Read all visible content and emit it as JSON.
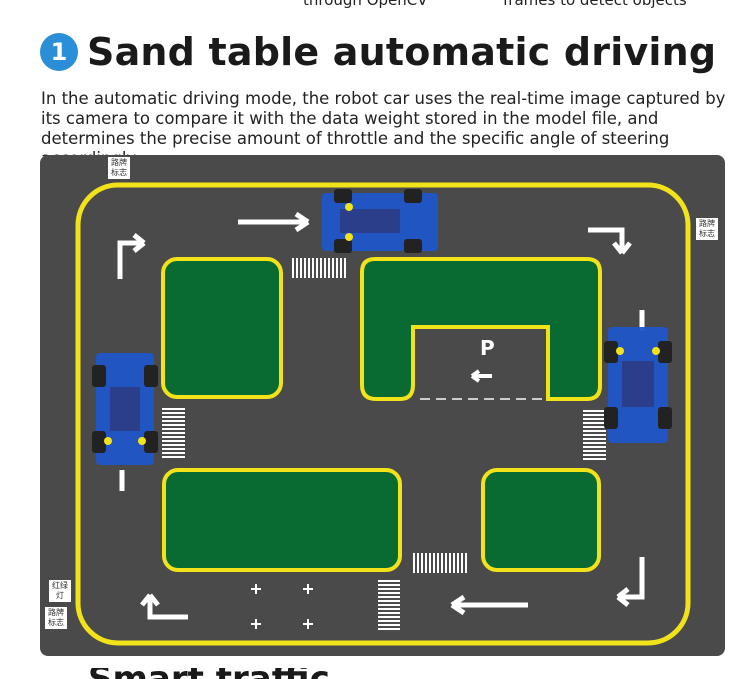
{
  "top_fragments": [
    "through OpenCV",
    "frames to detect objects"
  ],
  "section": {
    "number": "1",
    "title": "Sand table automatic driving",
    "description": "In the automatic driving mode, the robot car uses the real-time image captured by its camera to compare it with the data weight stored in the model file, and determines the precise amount of throttle and the specific angle of steering accordingly"
  },
  "board": {
    "parking_label": "P",
    "signs": {
      "top_left": "路牌标志",
      "right": "路牌标志",
      "bottom_left_light": "红绿灯",
      "bottom_left_sign": "路牌标志"
    },
    "colors": {
      "road": "#4a4a4a",
      "grass": "#0a6b32",
      "border": "#f2e21a",
      "car": "#1e55c8"
    }
  },
  "next_section_fragment": "Smart traffic"
}
